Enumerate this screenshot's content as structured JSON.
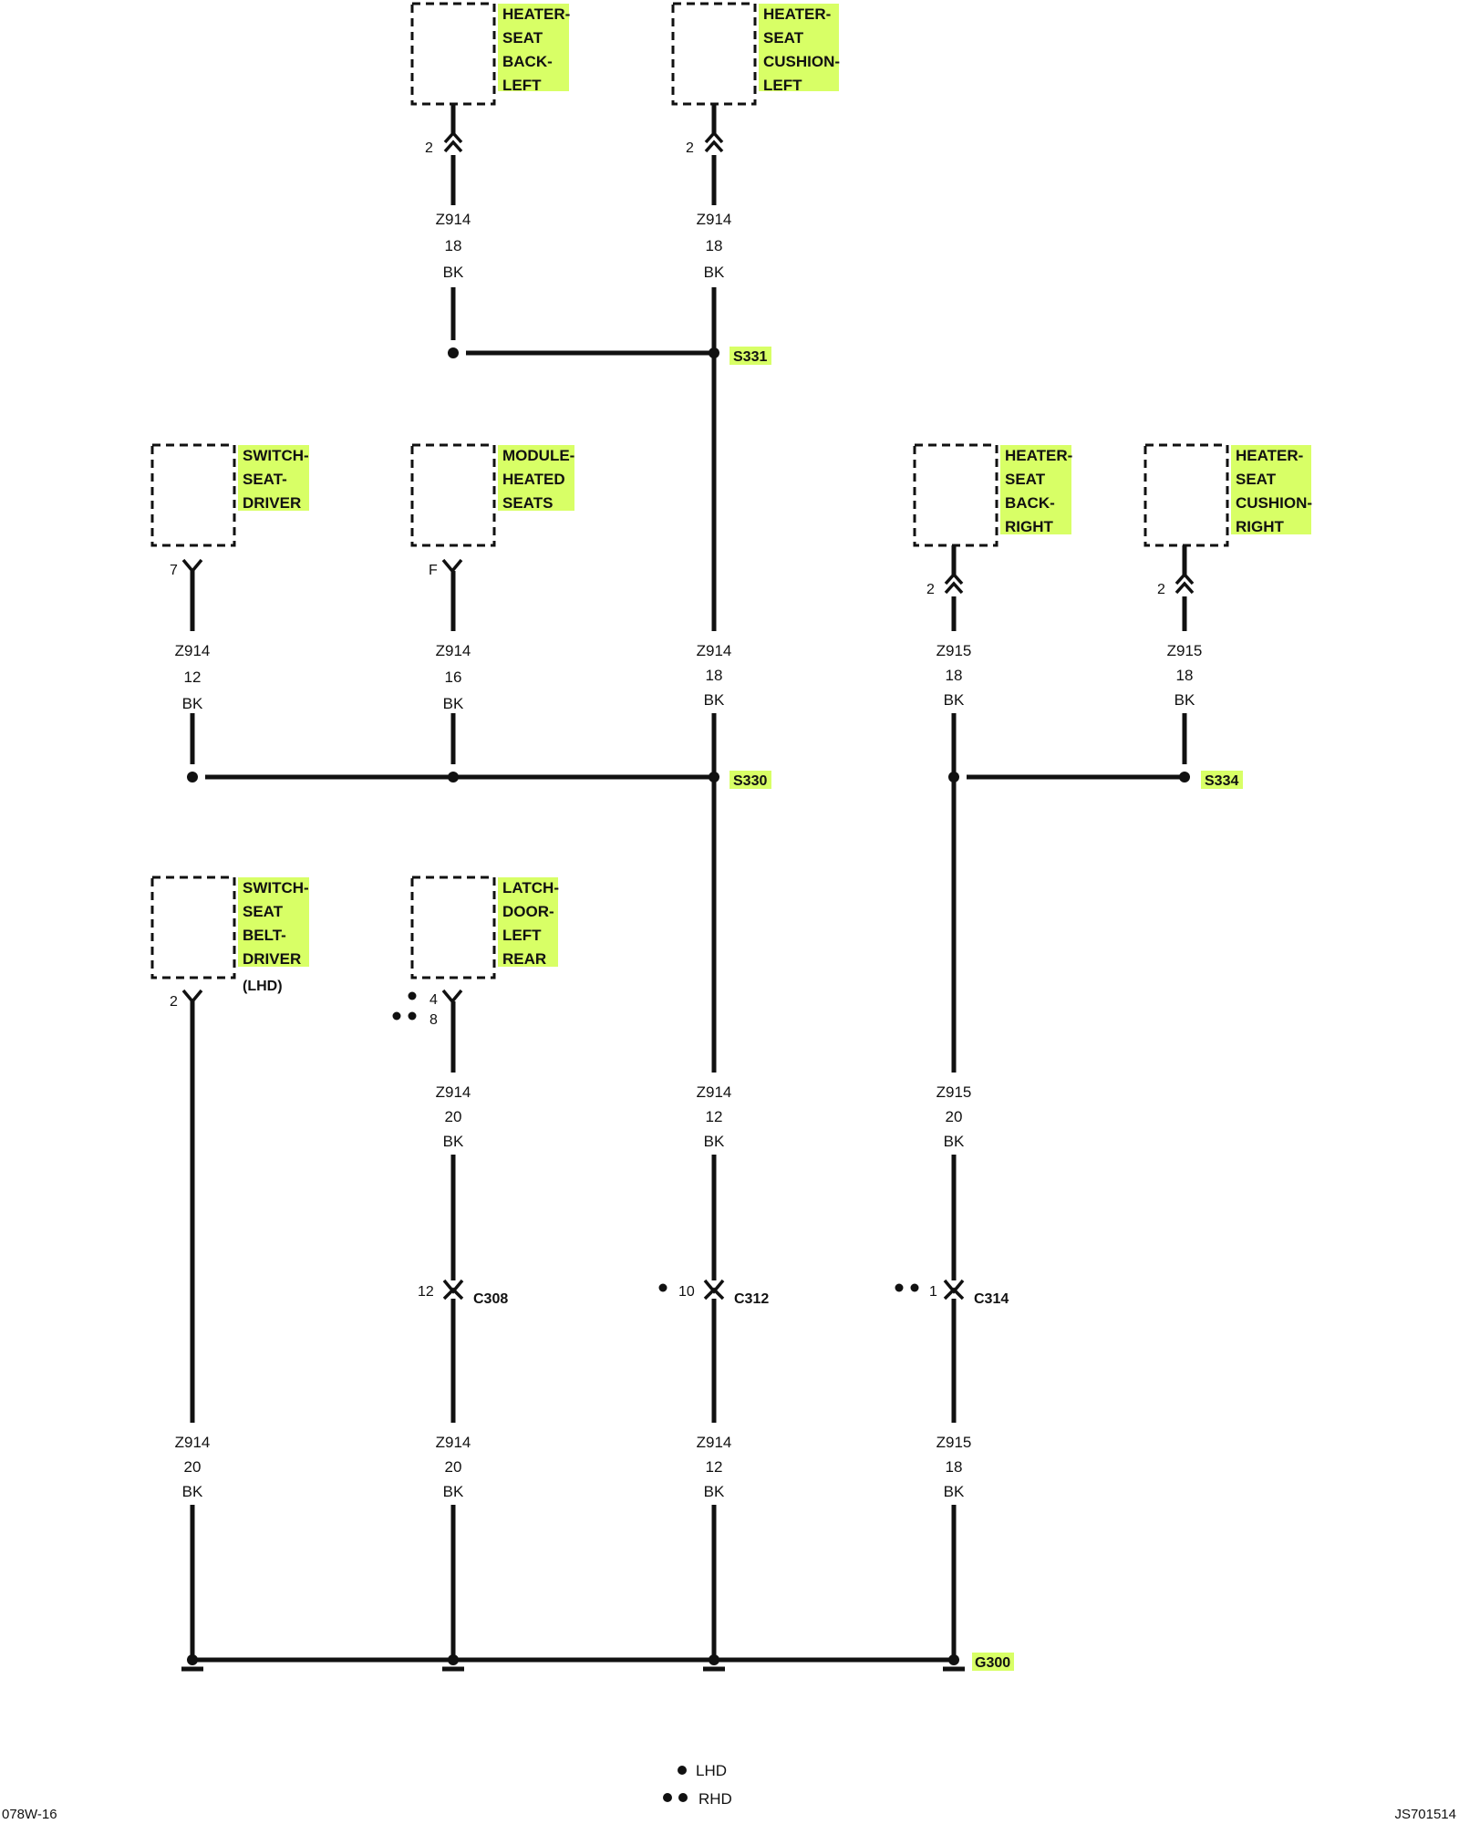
{
  "components": [
    {
      "id": "heater-seat-back-left",
      "label_lines": [
        "HEATER-",
        "SEAT",
        "BACK-",
        "LEFT"
      ],
      "pin": "2",
      "connector": "female"
    },
    {
      "id": "heater-seat-cushion-left",
      "label_lines": [
        "HEATER-",
        "SEAT",
        "CUSHION-",
        "LEFT"
      ],
      "pin": "2",
      "connector": "female"
    },
    {
      "id": "switch-seat-driver",
      "label_lines": [
        "SWITCH-",
        "SEAT-",
        "DRIVER"
      ],
      "pin": "7",
      "connector": "male"
    },
    {
      "id": "module-heated-seats",
      "label_lines": [
        "MODULE-",
        "HEATED",
        "SEATS"
      ],
      "pin": "F",
      "connector": "male"
    },
    {
      "id": "heater-seat-back-right",
      "label_lines": [
        "HEATER-",
        "SEAT",
        "BACK-",
        "RIGHT"
      ],
      "pin": "2",
      "connector": "female"
    },
    {
      "id": "heater-seat-cushion-right",
      "label_lines": [
        "HEATER-",
        "SEAT",
        "CUSHION-",
        "RIGHT"
      ],
      "pin": "2",
      "connector": "female"
    },
    {
      "id": "switch-seat-belt-driver",
      "label_lines": [
        "SWITCH-",
        "SEAT",
        "BELT-",
        "DRIVER"
      ],
      "pin": "2",
      "connector": "male",
      "note": "(LHD)"
    },
    {
      "id": "latch-door-left-rear",
      "label_lines": [
        "LATCH-",
        "DOOR-",
        "LEFT",
        "REAR"
      ],
      "pins": [
        {
          "pin": "4",
          "variant": "LHD"
        },
        {
          "pin": "8",
          "variant": "RHD"
        }
      ],
      "connector": "male"
    }
  ],
  "wires": [
    {
      "id": "w1",
      "circuit": "Z914",
      "gauge": "18",
      "color": "BK"
    },
    {
      "id": "w2",
      "circuit": "Z914",
      "gauge": "18",
      "color": "BK"
    },
    {
      "id": "w3",
      "circuit": "Z914",
      "gauge": "12",
      "color": "BK"
    },
    {
      "id": "w4",
      "circuit": "Z914",
      "gauge": "16",
      "color": "BK"
    },
    {
      "id": "w5",
      "circuit": "Z914",
      "gauge": "18",
      "color": "BK"
    },
    {
      "id": "w6",
      "circuit": "Z915",
      "gauge": "18",
      "color": "BK"
    },
    {
      "id": "w7",
      "circuit": "Z915",
      "gauge": "18",
      "color": "BK"
    },
    {
      "id": "w8",
      "circuit": "Z914",
      "gauge": "20",
      "color": "BK"
    },
    {
      "id": "w9",
      "circuit": "Z914",
      "gauge": "12",
      "color": "BK"
    },
    {
      "id": "w10",
      "circuit": "Z915",
      "gauge": "20",
      "color": "BK"
    },
    {
      "id": "w11",
      "circuit": "Z914",
      "gauge": "20",
      "color": "BK"
    },
    {
      "id": "w12",
      "circuit": "Z914",
      "gauge": "20",
      "color": "BK"
    },
    {
      "id": "w13",
      "circuit": "Z914",
      "gauge": "12",
      "color": "BK"
    },
    {
      "id": "w14",
      "circuit": "Z915",
      "gauge": "18",
      "color": "BK"
    }
  ],
  "splices": [
    "S331",
    "S330",
    "S334"
  ],
  "inline_connectors": [
    {
      "id": "C308",
      "pin": "12",
      "variant": ""
    },
    {
      "id": "C312",
      "pin": "10",
      "variant": "LHD"
    },
    {
      "id": "C314",
      "pin": "1",
      "variant": "RHD"
    }
  ],
  "ground": "G300",
  "legend": [
    {
      "symbol": "single-dot",
      "label": "LHD"
    },
    {
      "symbol": "double-dot",
      "label": "RHD"
    }
  ],
  "footer": {
    "left": "078W-16",
    "right": "JS701514"
  },
  "colors": {
    "highlight": "#d8ff66",
    "line": "#111111"
  }
}
